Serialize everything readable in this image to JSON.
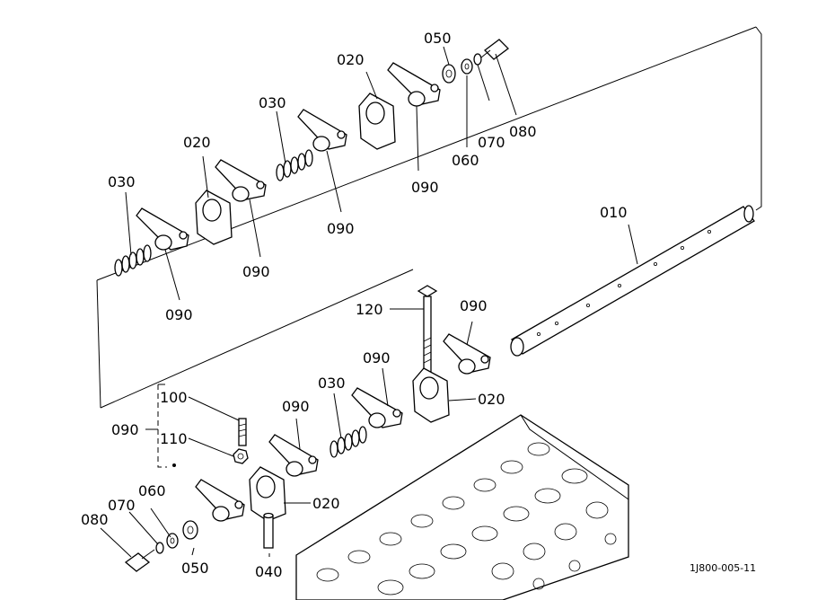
{
  "diagram": {
    "document_code": "1J800-005-11",
    "callouts": {
      "upper_020_right": "020",
      "upper_050": "050",
      "upper_070": "070",
      "upper_080": "080",
      "upper_060": "060",
      "upper_090_right": "090",
      "upper_030_mid": "030",
      "upper_090_mid": "090",
      "upper_020_left": "020",
      "upper_030_left": "030",
      "upper_090_leftmid": "090",
      "upper_090_left": "090",
      "shaft_010": "010",
      "bolt_120": "120",
      "lower_090_top": "090",
      "lower_090_mid": "090",
      "lower_020_right": "020",
      "lower_030": "030",
      "lower_090_left": "090",
      "screw_100": "100",
      "nut_110": "110",
      "assembly_090": "090",
      "lower_060": "060",
      "lower_070": "070",
      "lower_080": "080",
      "lower_020_left": "020",
      "lower_050": "050",
      "pin_040": "040"
    }
  }
}
